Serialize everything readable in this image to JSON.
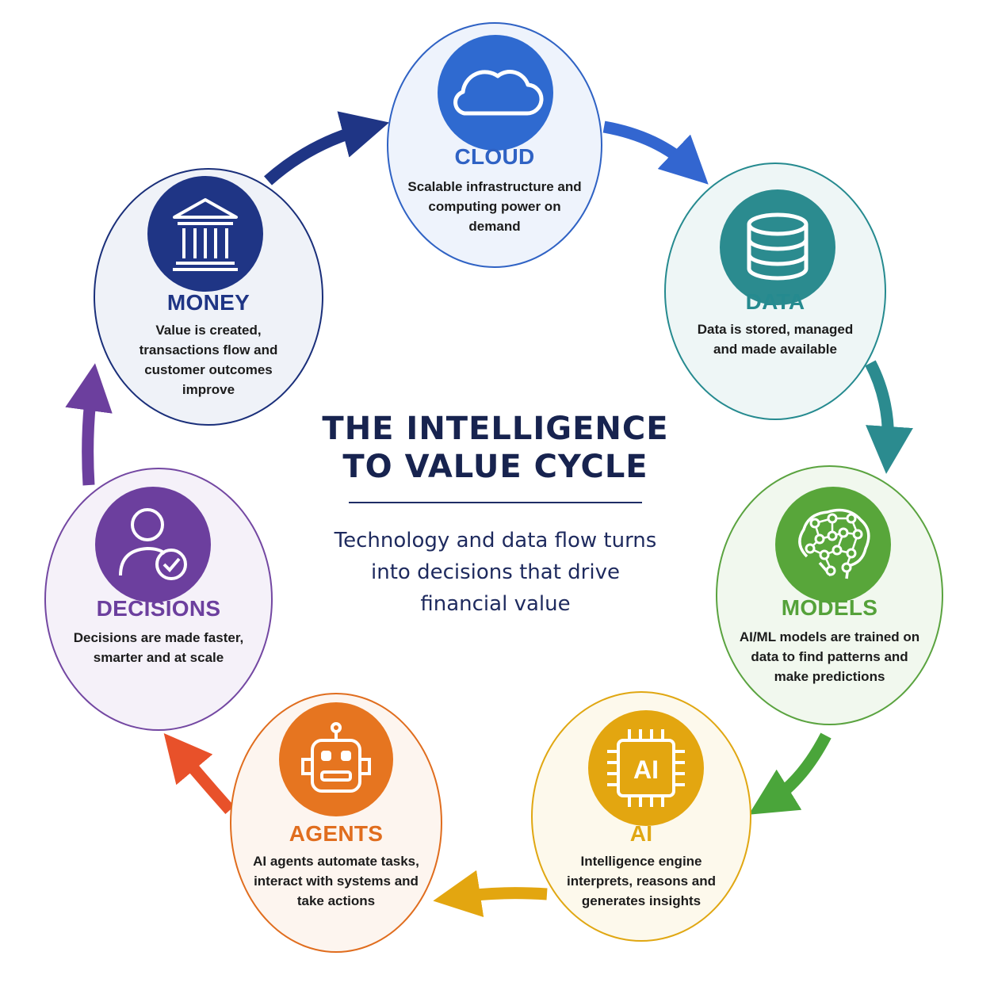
{
  "title": "THE INTELLIGENCE TO VALUE CYCLE",
  "subtitle": "Technology and data flow turns into decisions that drive financial value",
  "nodes": [
    {
      "title": "CLOUD",
      "description": "Scalable infrastructure and computing power on demand",
      "color": "#2f62c4",
      "icon": "cloud-icon"
    },
    {
      "title": "DATA",
      "description": "Data is stored, managed and made available",
      "color": "#258a8f",
      "icon": "database-icon"
    },
    {
      "title": "MODELS",
      "description": "AI/ML models are trained on data to find patterns and make predictions",
      "color": "#55a23a",
      "icon": "neural-brain-icon"
    },
    {
      "title": "AI",
      "description": "Intelligence engine interprets, reasons and generates insights",
      "color": "#e0a712",
      "icon": "ai-chip-icon",
      "icon_text": "AI"
    },
    {
      "title": "AGENTS",
      "description": "AI agents automate tasks, interact with systems and take actions",
      "color": "#e06d1e",
      "icon": "robot-icon"
    },
    {
      "title": "DECISIONS",
      "description": "Decisions are made faster, smarter and at scale",
      "color": "#6c3f9e",
      "icon": "user-check-icon"
    },
    {
      "title": "MONEY",
      "description": "Value is created, transactions flow and customer outcomes improve",
      "color": "#1f3585",
      "icon": "bank-icon"
    }
  ],
  "title_color": "#17234f"
}
